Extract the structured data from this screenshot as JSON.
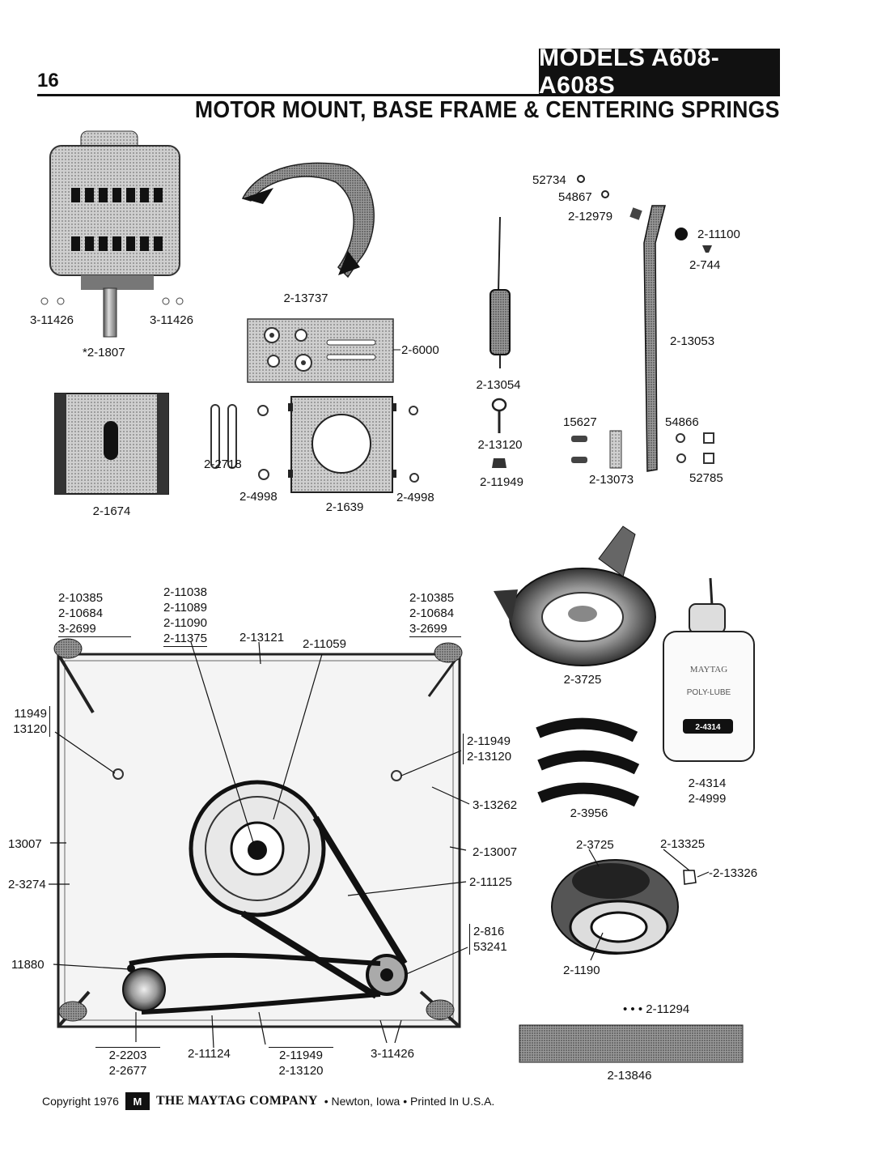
{
  "page_number": "16",
  "models_label": "MODELS  A608-A608S",
  "section_title": "MOTOR MOUNT, BASE FRAME & CENTERING SPRINGS",
  "parts": {
    "motor_left": "3-11426",
    "motor_right": "3-11426",
    "motor": "2-1807",
    "cover": "2-13737",
    "mount_kit": "2-6000",
    "spring": "2-13054",
    "eyebolt": "2-13120",
    "nut_11949": "2-11949",
    "p52734": "52734",
    "p54867": "54867",
    "p12979": "2-12979",
    "p11100": "2-11100",
    "p744": "2-744",
    "rod": "2-13053",
    "p15627": "15627",
    "p54866": "54866",
    "p13073": "2-13073",
    "p52785": "52785",
    "bracket": "2-1674",
    "p2718": "2-2718",
    "washer_left": "2-4998",
    "plate": "2-1639",
    "washer_right": "2-4998",
    "foot_left": [
      "2-10385",
      "2-10684",
      "3-2699"
    ],
    "pulley_group": [
      "2-11038",
      "2-11089",
      "2-11090",
      "2-11375"
    ],
    "p13121": "2-13121",
    "p11059": "2-11059",
    "foot_right": [
      "2-10385",
      "2-10684",
      "3-2699"
    ],
    "left_bolt": [
      "11949",
      "13120"
    ],
    "right_bolt": [
      "2-11949",
      "2-13120"
    ],
    "p13262": "3-13262",
    "left_13007": "13007",
    "right_13007": "2-13007",
    "base": "2-3274",
    "belt": "2-11125",
    "small_pulley": [
      "2-816",
      "53241"
    ],
    "left_11880": "11880",
    "pump": [
      "2-2203",
      "2-2677"
    ],
    "belt2": "2-11124",
    "bottom_bolt": [
      "2-11949",
      "2-13120"
    ],
    "bottom_11426": "3-11426",
    "dome": "2-3725",
    "bottle": [
      "2-4314",
      "2-4999"
    ],
    "bottle_label_brand": "MAYTAG",
    "bottle_label_product": "POLY-LUBE",
    "bottle_label_partno": "2-4314",
    "pads": "2-3956",
    "damper_top": "2-3725",
    "p13325": "2-13325",
    "p13326": "2-13326",
    "damper_bottom": "2-1190",
    "p11294": "2-11294",
    "strip": "2-13846"
  },
  "footer": {
    "copyright": "Copyright 1976",
    "logo_text": "M",
    "company": "THE MAYTAG COMPANY",
    "location": "• Newton, Iowa • Printed In U.S.A."
  }
}
